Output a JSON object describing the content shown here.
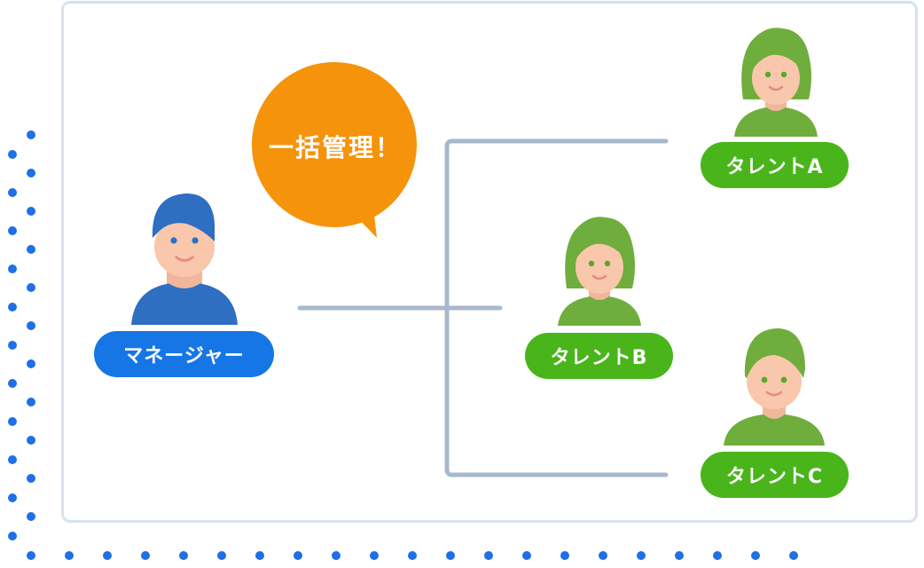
{
  "diagram": {
    "manager_label": "マネージャー",
    "bubble_text": "一括管理！",
    "talents": [
      {
        "label": "タレントA"
      },
      {
        "label": "タレントB"
      },
      {
        "label": "タレントC"
      }
    ]
  },
  "colors": {
    "manager_blue": "#1676e6",
    "talent_green": "#49b51a",
    "bubble_orange": "#f5930a",
    "connector_gray": "#a8b8cd",
    "dot_blue": "#1f6fe6"
  }
}
